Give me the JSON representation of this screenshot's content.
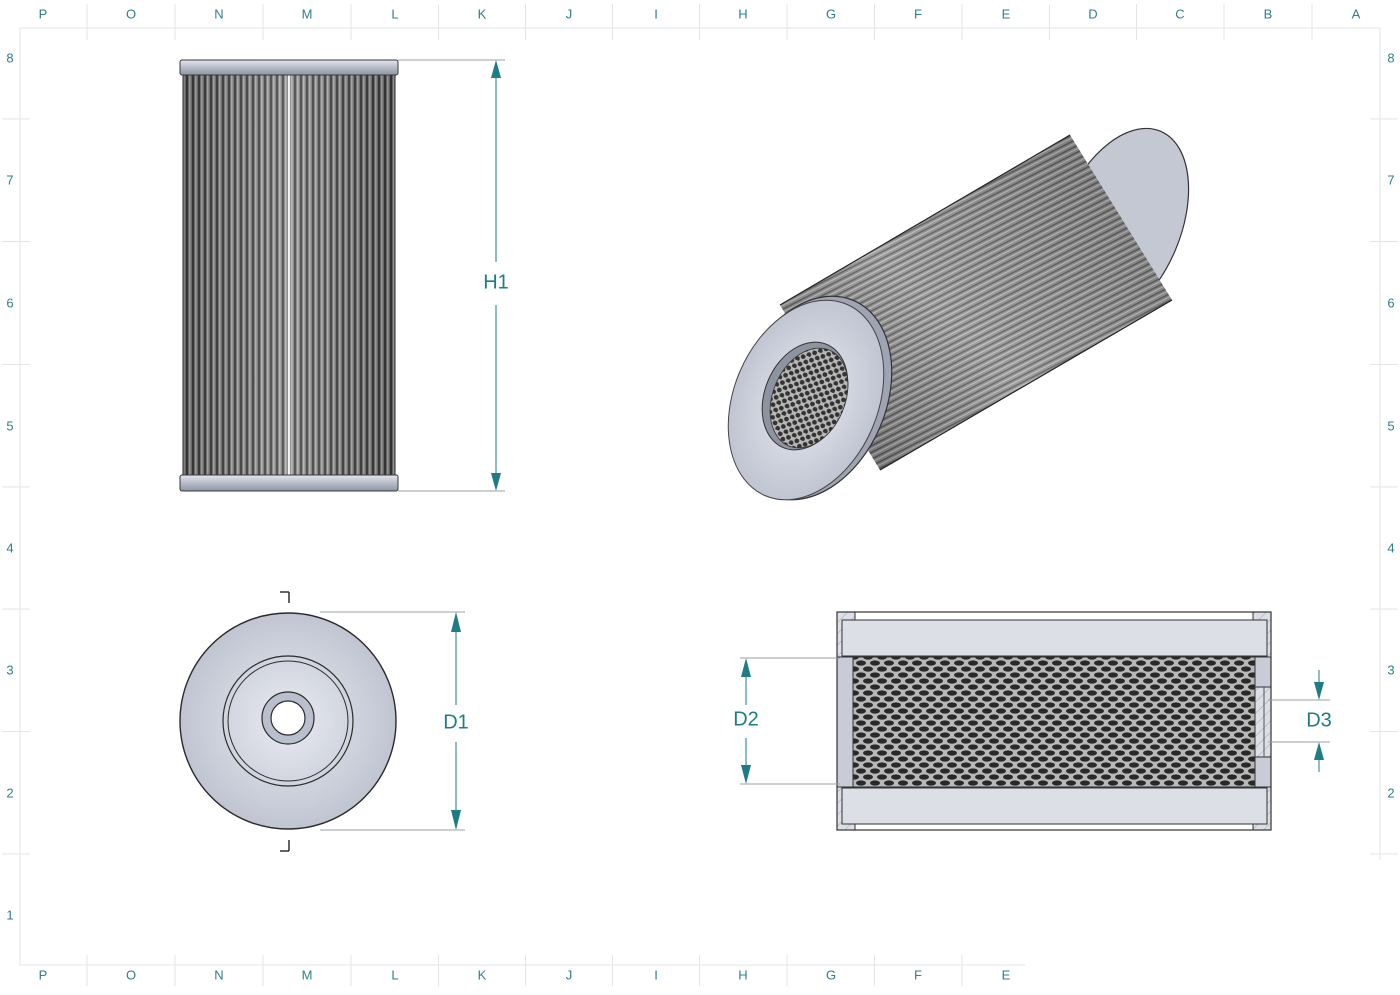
{
  "border": {
    "top_columns": [
      "P",
      "O",
      "N",
      "M",
      "L",
      "K",
      "J",
      "I",
      "H",
      "G",
      "F",
      "E",
      "D",
      "C",
      "B",
      "A"
    ],
    "bottom_columns": [
      "P",
      "O",
      "N",
      "M",
      "L",
      "K",
      "J",
      "I",
      "H",
      "G",
      "F",
      "E"
    ],
    "left_rows": [
      "8",
      "7",
      "6",
      "5",
      "4",
      "3",
      "2",
      "1"
    ],
    "right_rows": [
      "8",
      "7",
      "6",
      "5",
      "4",
      "3",
      "2"
    ]
  },
  "dimensions": {
    "h1": "H1",
    "d1": "D1",
    "d2": "D2",
    "d3": "D3"
  },
  "colors": {
    "zone_text": "#2e7f8a",
    "dimension": "#1d7c86",
    "line": "#3a3a3a",
    "metal": "#c9ced9"
  }
}
